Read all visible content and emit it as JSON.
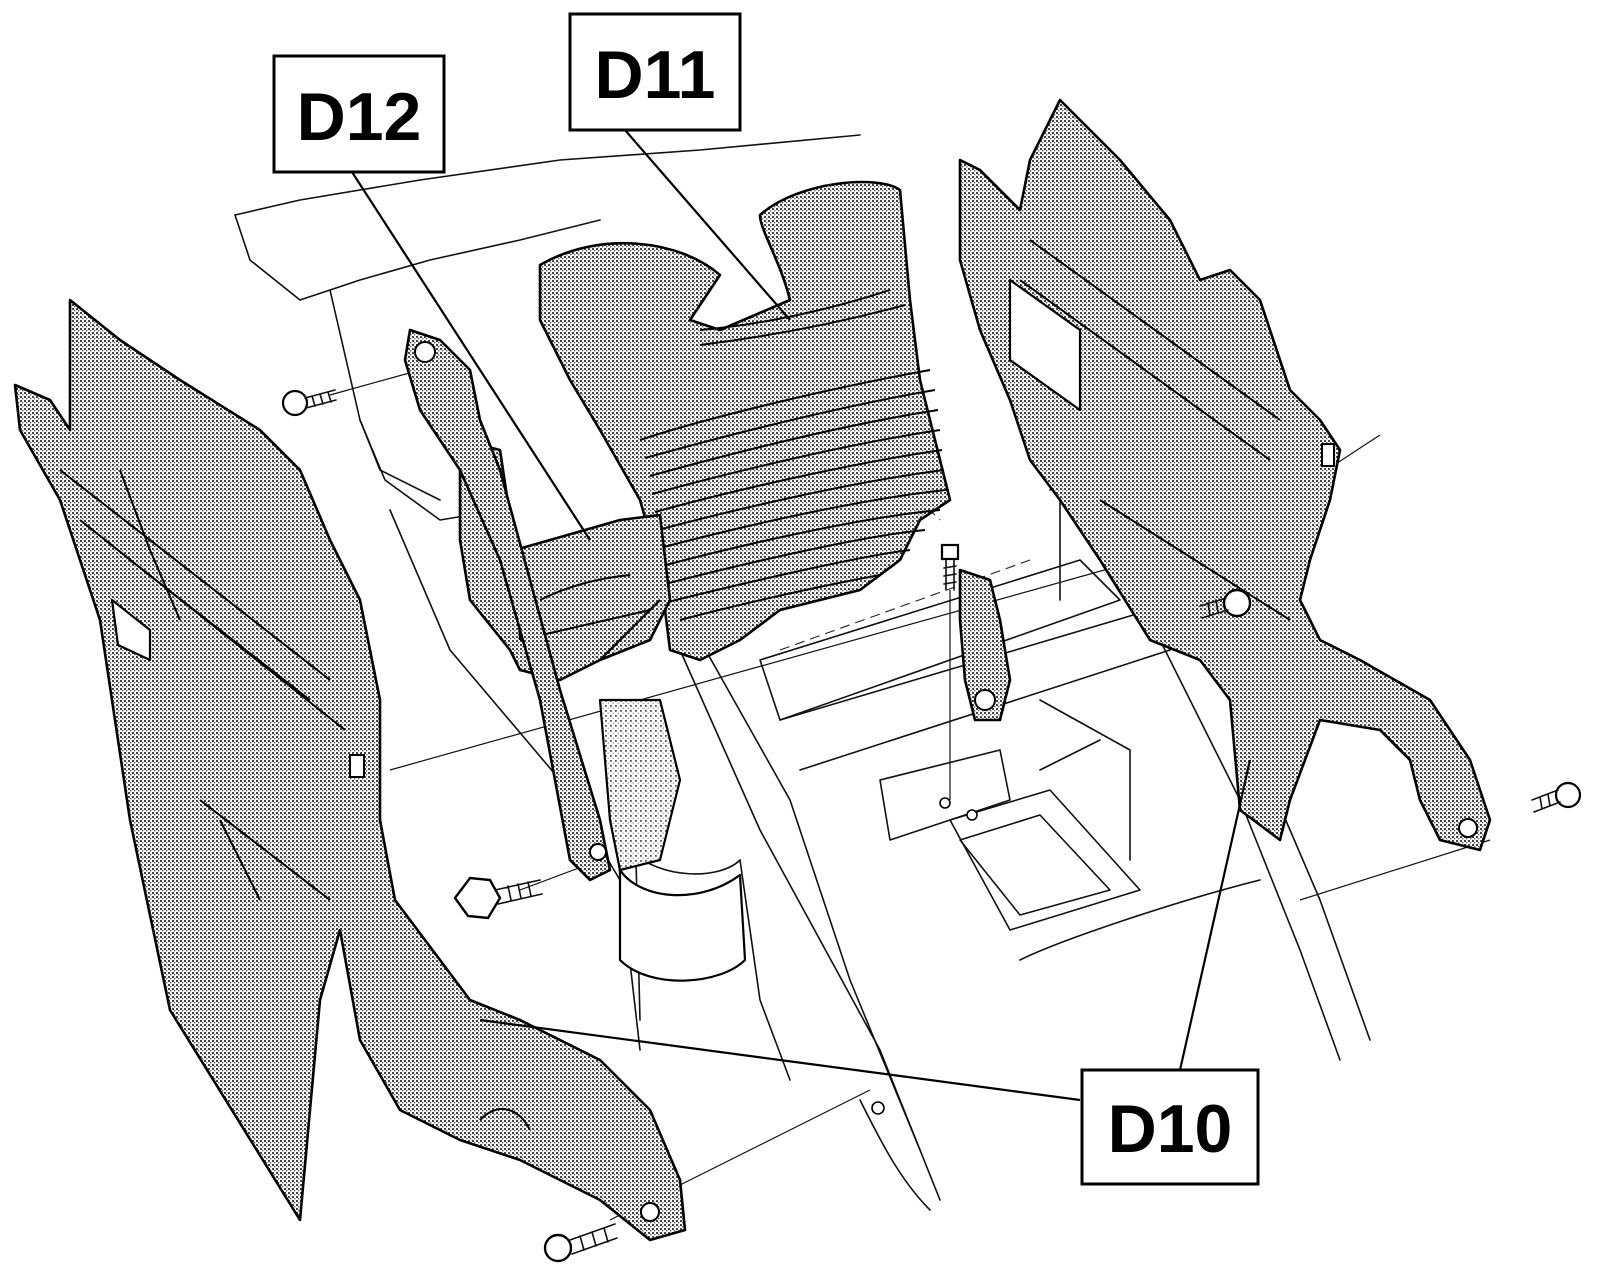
{
  "labels": {
    "d10": "D10",
    "d11": "D11",
    "d12": "D12"
  },
  "colors": {
    "ink": "#000000",
    "paper": "#ffffff",
    "stipple": "#555555"
  }
}
